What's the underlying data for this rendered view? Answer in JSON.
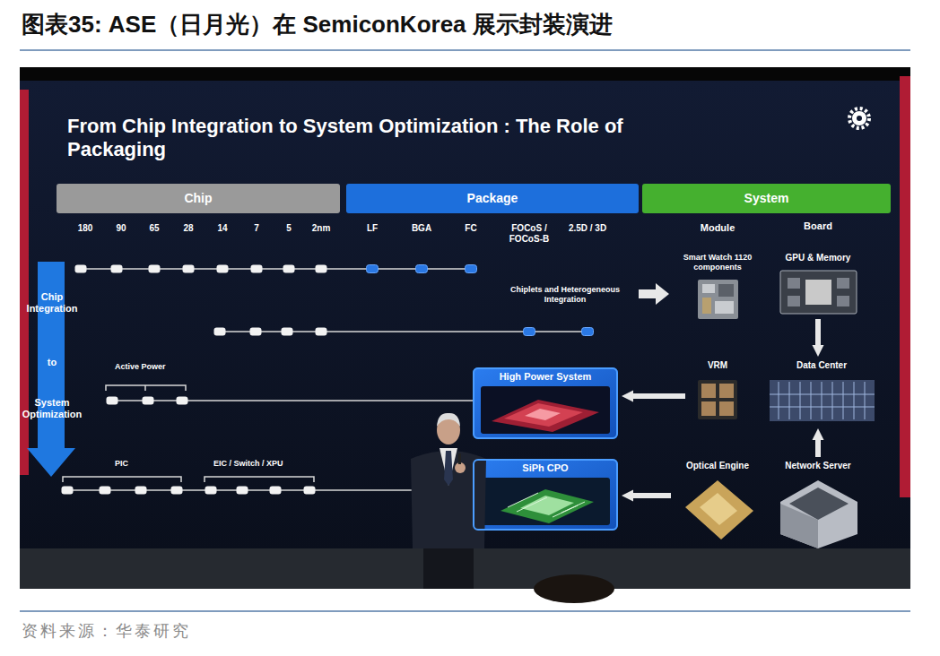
{
  "diagram": {
    "title": "图表35: ASE（日月光）在 SemiconKorea 展示封装演进",
    "caption": "资料来源：华泰研究",
    "nodes": [
      {
        "text": [
          "Chip"
        ]
      },
      {
        "text": [
          "Package"
        ]
      },
      {
        "text": [
          "System"
        ]
      },
      {
        "text": [
          "Smart Watch 1120 components"
        ]
      },
      {
        "text": [
          "GPU & Memory"
        ]
      },
      {
        "text": [
          "High Power System"
        ]
      },
      {
        "text": [
          "VRM"
        ]
      },
      {
        "text": [
          "Data Center"
        ]
      },
      {
        "text": [
          "SiPh CPO"
        ]
      },
      {
        "text": [
          "Optical Engine"
        ]
      },
      {
        "text": [
          "Network Server"
        ]
      }
    ],
    "edges": [
      {
        "from": 4,
        "to": 7,
        "arrow": "to"
      },
      {
        "from": 6,
        "to": 5,
        "arrow": "to"
      },
      {
        "from": 10,
        "to": 7,
        "arrow": "to"
      },
      {
        "from": 9,
        "to": 8,
        "arrow": "to"
      }
    ],
    "labels": [
      "From Chip Integration to System Optimization : The Role of Packaging",
      "180",
      "90",
      "65",
      "28",
      "14",
      "7",
      "5",
      "2nm",
      "LF",
      "BGA",
      "FC",
      "FOCoS / FOCoS-B",
      "2.5D / 3D",
      "Module",
      "Board",
      "Chip Integration",
      "to",
      "System Optimization",
      "Chiplets and Heterogeneous Integration",
      "Active Power",
      "PIC",
      "EIC / Switch / XPU"
    ]
  }
}
